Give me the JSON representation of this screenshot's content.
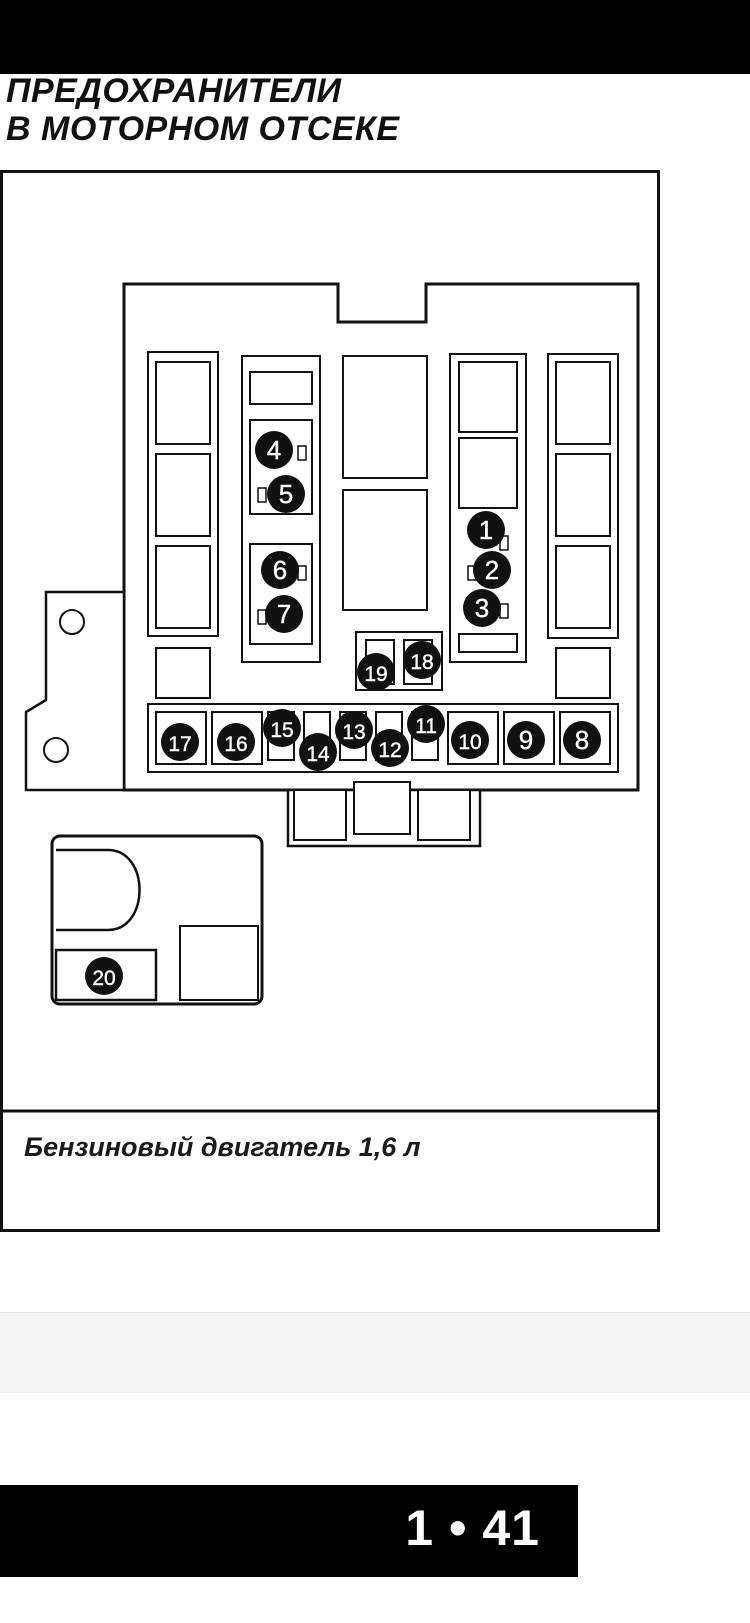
{
  "header": {
    "title_line1": "ПРЕДОХРАНИТЕЛИ",
    "title_line2": "В МОТОРНОМ ОТСЕКЕ"
  },
  "diagram": {
    "caption": "Бензиновый двигатель 1,6 л",
    "callouts": [
      "1",
      "2",
      "3",
      "4",
      "5",
      "6",
      "7",
      "8",
      "9",
      "10",
      "11",
      "12",
      "13",
      "14",
      "15",
      "16",
      "17",
      "18",
      "19",
      "20"
    ]
  },
  "footer": {
    "page_number": "1 • 41"
  }
}
